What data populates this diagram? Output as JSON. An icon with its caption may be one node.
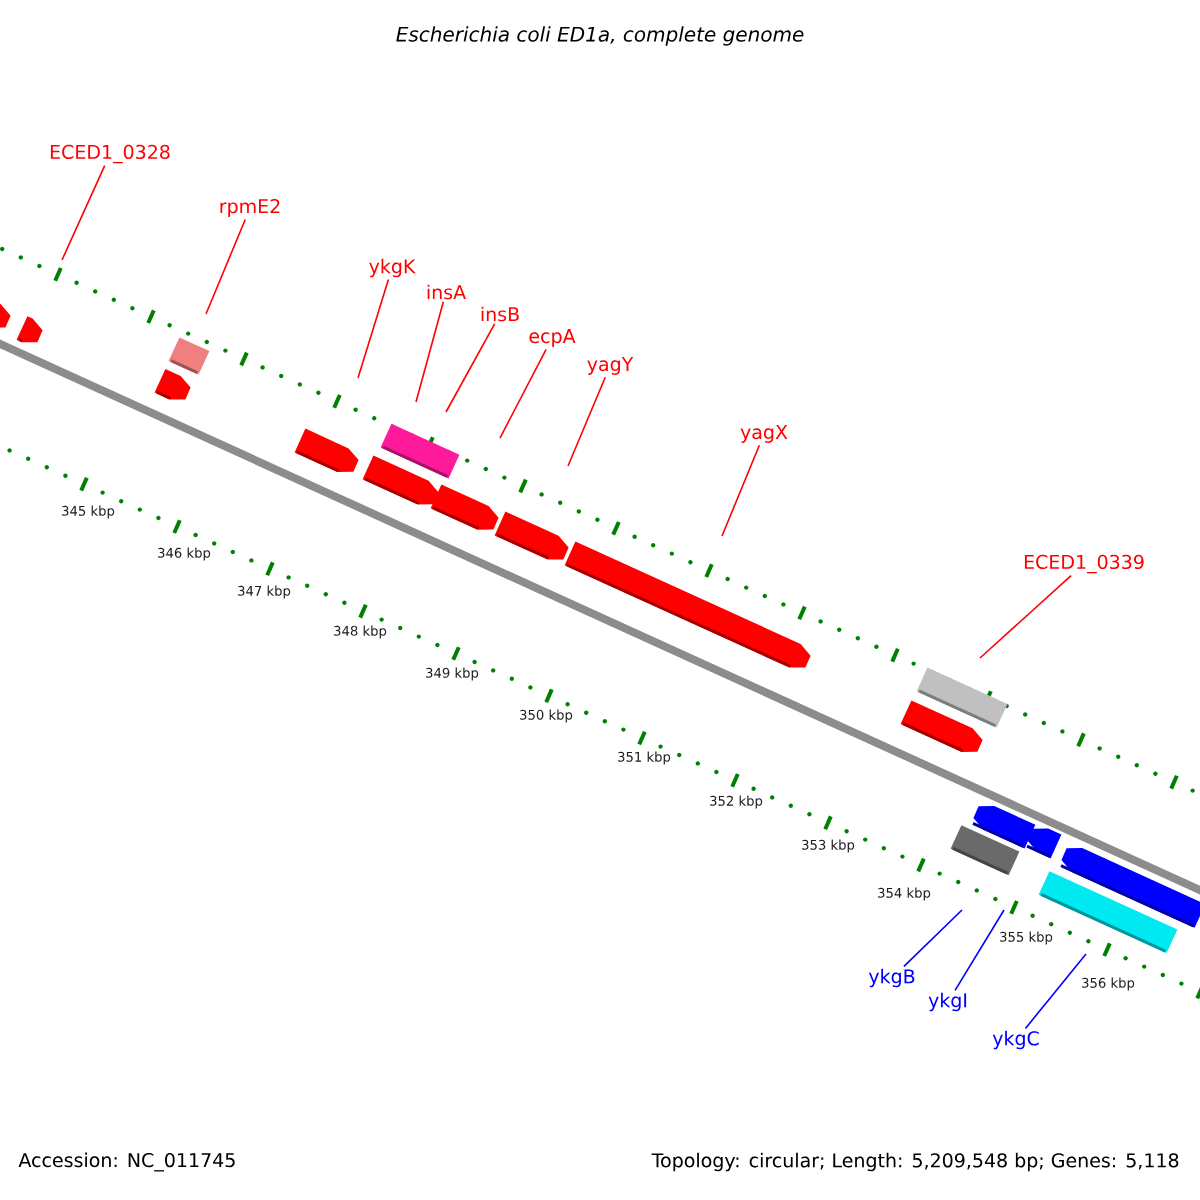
{
  "diagram": {
    "title": "Escherichia coli ED1a, complete genome",
    "nodes": [
      {
        "text": [
          "ECED1_0328"
        ]
      },
      {
        "text": [
          "rpmE2"
        ]
      },
      {
        "text": [
          "ykgK"
        ]
      },
      {
        "text": [
          "insA"
        ]
      },
      {
        "text": [
          "insB"
        ]
      },
      {
        "text": [
          "ecpA"
        ]
      },
      {
        "text": [
          "yagY"
        ]
      },
      {
        "text": [
          "yagX"
        ]
      },
      {
        "text": [
          "ECED1_0339"
        ]
      },
      {
        "text": [
          "ykgB"
        ]
      },
      {
        "text": [
          "ykgI"
        ]
      },
      {
        "text": [
          "ykgC"
        ]
      }
    ],
    "edges": [
      {
        "from": 0,
        "to": null,
        "arrow": "none"
      },
      {
        "from": 1,
        "to": null,
        "arrow": "none"
      },
      {
        "from": 2,
        "to": null,
        "arrow": "none"
      },
      {
        "from": 3,
        "to": null,
        "arrow": "none"
      },
      {
        "from": 4,
        "to": null,
        "arrow": "none"
      },
      {
        "from": 5,
        "to": null,
        "arrow": "none"
      },
      {
        "from": 6,
        "to": null,
        "arrow": "none"
      },
      {
        "from": 7,
        "to": null,
        "arrow": "none"
      },
      {
        "from": 8,
        "to": null,
        "arrow": "none"
      },
      {
        "from": 9,
        "to": null,
        "arrow": "none",
        "color": "#0000ff"
      },
      {
        "from": 10,
        "to": null,
        "arrow": "none",
        "color": "#0000ff"
      },
      {
        "from": 11,
        "to": null,
        "arrow": "none",
        "color": "#0000ff"
      }
    ],
    "labels": [
      "345 kbp",
      "346 kbp",
      "347 kbp",
      "348 kbp",
      "349 kbp",
      "350 kbp",
      "351 kbp",
      "352 kbp",
      "353 kbp",
      "354 kbp",
      "355 kbp",
      "356 kbp",
      "Accession: NC_011745",
      "Topology: circular; Length: 5,209,548 bp; Genes: 5,118"
    ]
  }
}
